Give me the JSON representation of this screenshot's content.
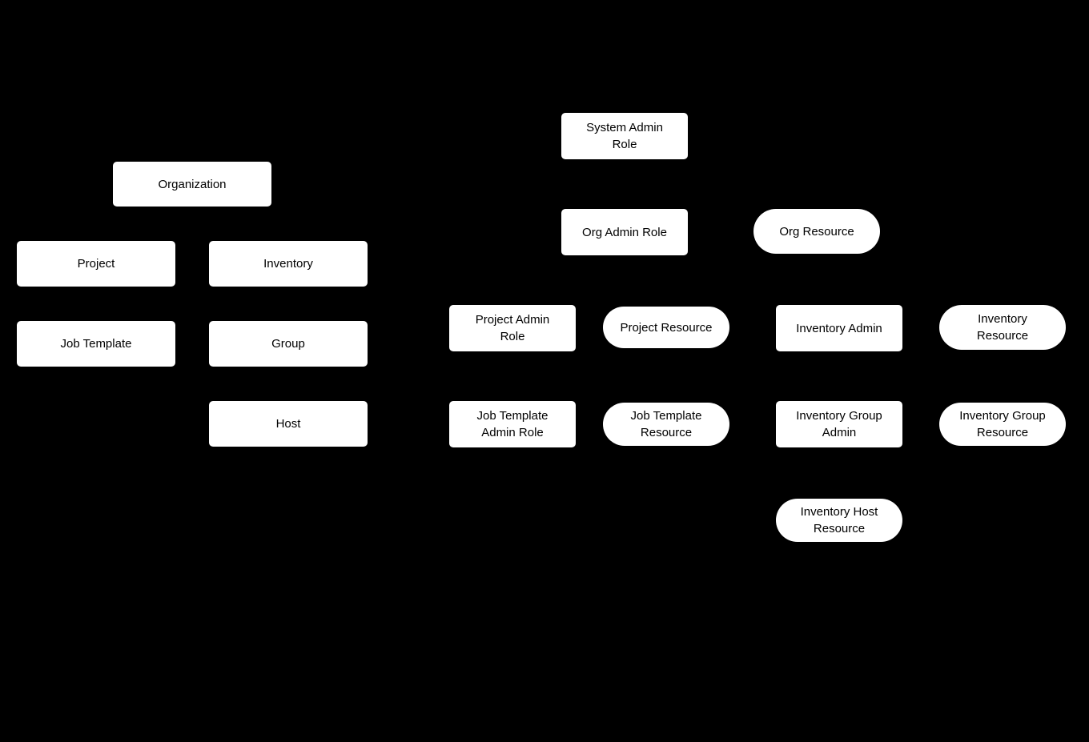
{
  "diagram": {
    "colors": {
      "background": "#000000",
      "node_fill": "#ffffff",
      "text": "#000000"
    },
    "nodes": {
      "organization": {
        "label": "Organization",
        "shape": "rectangle"
      },
      "project": {
        "label": "Project",
        "shape": "rectangle"
      },
      "inventory": {
        "label": "Inventory",
        "shape": "rectangle"
      },
      "job_template": {
        "label": "Job Template",
        "shape": "rectangle"
      },
      "group": {
        "label": "Group",
        "shape": "rectangle"
      },
      "host": {
        "label": "Host",
        "shape": "rectangle"
      },
      "system_admin_role": {
        "label": "System Admin\nRole",
        "shape": "rectangle"
      },
      "org_admin_role": {
        "label": "Org Admin Role",
        "shape": "rectangle"
      },
      "org_resource": {
        "label": "Org Resource",
        "shape": "rounded"
      },
      "project_admin_role": {
        "label": "Project Admin\nRole",
        "shape": "rectangle"
      },
      "project_resource": {
        "label": "Project Resource",
        "shape": "rounded"
      },
      "inventory_admin": {
        "label": "Inventory Admin",
        "shape": "rectangle"
      },
      "inventory_resource": {
        "label": "Inventory\nResource",
        "shape": "rounded"
      },
      "job_template_admin_role": {
        "label": "Job Template\nAdmin Role",
        "shape": "rectangle"
      },
      "job_template_resource": {
        "label": "Job Template\nResource",
        "shape": "rounded"
      },
      "inventory_group_admin": {
        "label": "Inventory Group\nAdmin",
        "shape": "rectangle"
      },
      "inventory_group_resource": {
        "label": "Inventory Group\nResource",
        "shape": "rounded"
      },
      "inventory_host_resource": {
        "label": "Inventory Host\nResource",
        "shape": "rounded"
      }
    }
  }
}
